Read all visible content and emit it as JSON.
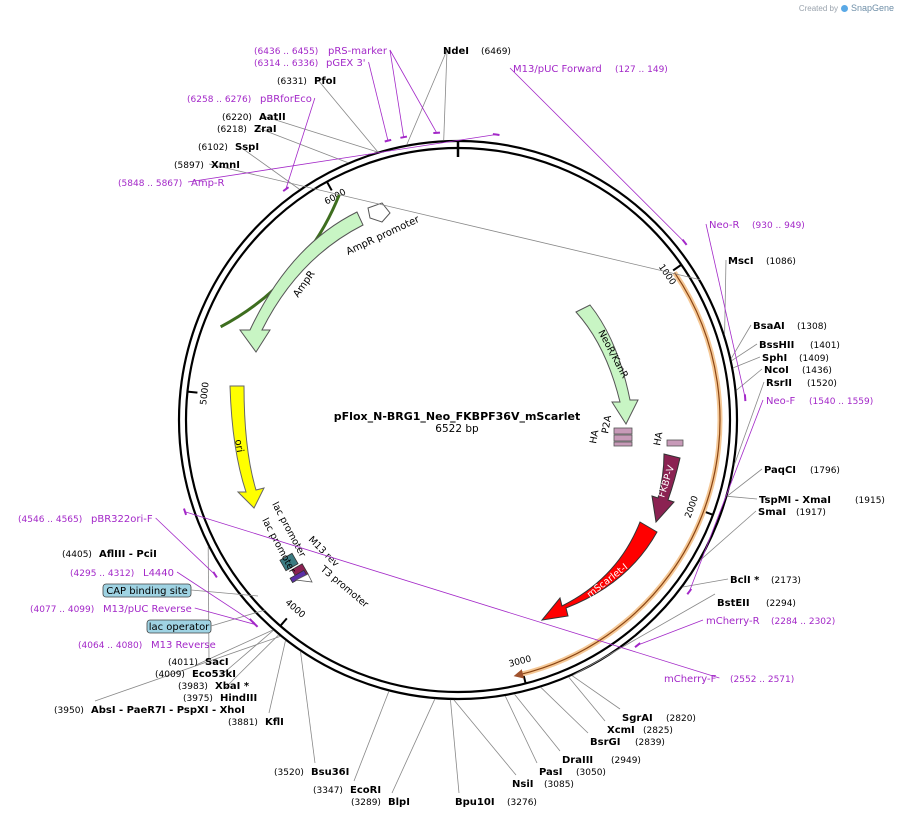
{
  "branding": {
    "created_by": "Created by",
    "app": "SnapGene"
  },
  "plasmid": {
    "name": "pFlox_N-BRG1_Neo_FKBPF36V_mScarlet",
    "length": "6522 bp",
    "total_bp": 6522
  },
  "colors": {
    "enzyme": "#000000",
    "primer": "#a328c8",
    "ampr": "#c8f5c4",
    "ori": "#ffff00",
    "neo": "#c8f5c4",
    "fkbp": "#8b2252",
    "mscarlet": "#ff0000",
    "mcherry_arc": "#f5c896",
    "feature_box": "#9fd3e3"
  },
  "ruler": [
    {
      "label": "1000",
      "bp": 1000
    },
    {
      "label": "2000",
      "bp": 2000
    },
    {
      "label": "3000",
      "bp": 3000
    },
    {
      "label": "4000",
      "bp": 4000
    },
    {
      "label": "5000",
      "bp": 5000
    },
    {
      "label": "6000",
      "bp": 6000
    }
  ],
  "enzymes": [
    {
      "name": "NdeI",
      "pos": "(6469)",
      "bp": 6469
    },
    {
      "name": "PfoI",
      "pos": "(6331)",
      "bp": 6331
    },
    {
      "name": "AatII",
      "pos": "(6220)",
      "bp": 6220
    },
    {
      "name": "ZraI",
      "pos": "(6218)",
      "bp": 6218
    },
    {
      "name": "SspI",
      "pos": "(6102)",
      "bp": 6102
    },
    {
      "name": "XmnI",
      "pos": "(5897)",
      "bp": 5897
    },
    {
      "name": "MscI",
      "pos": "(1086)",
      "bp": 1086
    },
    {
      "name": "BsaAI",
      "pos": "(1308)",
      "bp": 1308
    },
    {
      "name": "BssHII",
      "pos": "(1401)",
      "bp": 1401
    },
    {
      "name": "SphI",
      "pos": "(1409)",
      "bp": 1409
    },
    {
      "name": "NcoI",
      "pos": "(1436)",
      "bp": 1436
    },
    {
      "name": "RsrII",
      "pos": "(1520)",
      "bp": 1520
    },
    {
      "name": "PaqCI",
      "pos": "(1796)",
      "bp": 1796
    },
    {
      "name": "TspMI  - XmaI",
      "pos": "(1915)",
      "bp": 1915
    },
    {
      "name": "SmaI",
      "pos": "(1917)",
      "bp": 1917
    },
    {
      "name": "BclI *",
      "pos": "(2173)",
      "bp": 2173
    },
    {
      "name": "BstEII",
      "pos": "(2294)",
      "bp": 2294
    },
    {
      "name": "SgrAI",
      "pos": "(2820)",
      "bp": 2820
    },
    {
      "name": "XcmI",
      "pos": "(2825)",
      "bp": 2825
    },
    {
      "name": "BsrGI",
      "pos": "(2839)",
      "bp": 2839
    },
    {
      "name": "DraIII",
      "pos": "(2949)",
      "bp": 2949
    },
    {
      "name": "PasI",
      "pos": "(3050)",
      "bp": 3050
    },
    {
      "name": "NsiI",
      "pos": "(3085)",
      "bp": 3085
    },
    {
      "name": "Bpu10I",
      "pos": "(3276)",
      "bp": 3276
    },
    {
      "name": "BlpI",
      "pos": "(3289)",
      "bp": 3289
    },
    {
      "name": "EcoRI",
      "pos": "(3347)",
      "bp": 3347
    },
    {
      "name": "Bsu36I",
      "pos": "(3520)",
      "bp": 3520
    },
    {
      "name": "KflI",
      "pos": "(3881)",
      "bp": 3881
    },
    {
      "name": "AbsI  - PaeR7I  - PspXI  - XhoI",
      "pos": "(3950)",
      "bp": 3950
    },
    {
      "name": "HindIII",
      "pos": "(3975)",
      "bp": 3975
    },
    {
      "name": "XbaI *",
      "pos": "(3983)",
      "bp": 3983
    },
    {
      "name": "Eco53kI",
      "pos": "(4009)",
      "bp": 4009
    },
    {
      "name": "SacI",
      "pos": "(4011)",
      "bp": 4011
    },
    {
      "name": "AflIII  - PciI",
      "pos": "(4405)",
      "bp": 4405
    }
  ],
  "primers": [
    {
      "name": "pRS-marker",
      "range": "(6436 .. 6455)",
      "bp": 6445
    },
    {
      "name": "pGEX 3'",
      "range": "(6314 .. 6336)",
      "bp": 6325
    },
    {
      "name": "pBRforEco",
      "range": "(6258 .. 6276)",
      "bp": 6267
    },
    {
      "name": "Amp-R",
      "range": "(5848 .. 5867)",
      "bp": 5857
    },
    {
      "name": "M13/pUC Forward",
      "range": "(127 .. 149)",
      "bp": 138
    },
    {
      "name": "Neo-R",
      "range": "(930 .. 949)",
      "bp": 940
    },
    {
      "name": "Neo-F",
      "range": "(1540 .. 1559)",
      "bp": 1550
    },
    {
      "name": "mCherry-R",
      "range": "(2284 .. 2302)",
      "bp": 2293
    },
    {
      "name": "mCherry-F",
      "range": "(2552 .. 2571)",
      "bp": 2562
    },
    {
      "name": "pBR322ori-F",
      "range": "(4546 .. 4565)",
      "bp": 4555
    },
    {
      "name": "L4440",
      "range": "(4295 .. 4312)",
      "bp": 4303
    },
    {
      "name": "M13/pUC Reverse",
      "range": "(4077 .. 4099)",
      "bp": 4088
    },
    {
      "name": "M13 Reverse",
      "range": "(4064 .. 4080)",
      "bp": 4072
    }
  ],
  "feature_boxes": [
    {
      "name": "CAP binding site"
    },
    {
      "name": "lac operator"
    }
  ],
  "features": {
    "ampr_promoter": "AmpR promoter",
    "ampr": "AmpR",
    "ori": "ori",
    "neo": "NeoR/KanR",
    "p2a": "P2A",
    "ha_left": "HA",
    "ha_right": "HA",
    "fkbp": "FKBP-V",
    "mscarlet": "mScarlet-I",
    "lac_promoter_1": "lac promoter",
    "lac_promoter_2": "lac promoter",
    "m13_rev": "M13 rev",
    "t3_promoter": "T3 promoter"
  }
}
